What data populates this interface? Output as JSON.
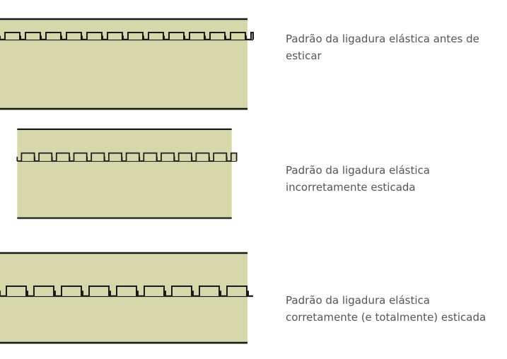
{
  "colors": {
    "bandage": "#d6d8ac",
    "outline": "#1a1a1a",
    "caption_text": "#555555"
  },
  "panels": [
    {
      "id": "before",
      "pattern": "short",
      "caption_lines": [
        "Padrão da ligadura elástica antes de",
        "esticar"
      ]
    },
    {
      "id": "incorrect",
      "pattern": "medium",
      "caption_lines": [
        "Padrão da ligadura elástica",
        "incorretamente esticada"
      ]
    },
    {
      "id": "correct",
      "pattern": "long",
      "caption_lines": [
        "Padrão da ligadura elástica",
        "corretamente (e totalmente) esticada"
      ]
    }
  ]
}
